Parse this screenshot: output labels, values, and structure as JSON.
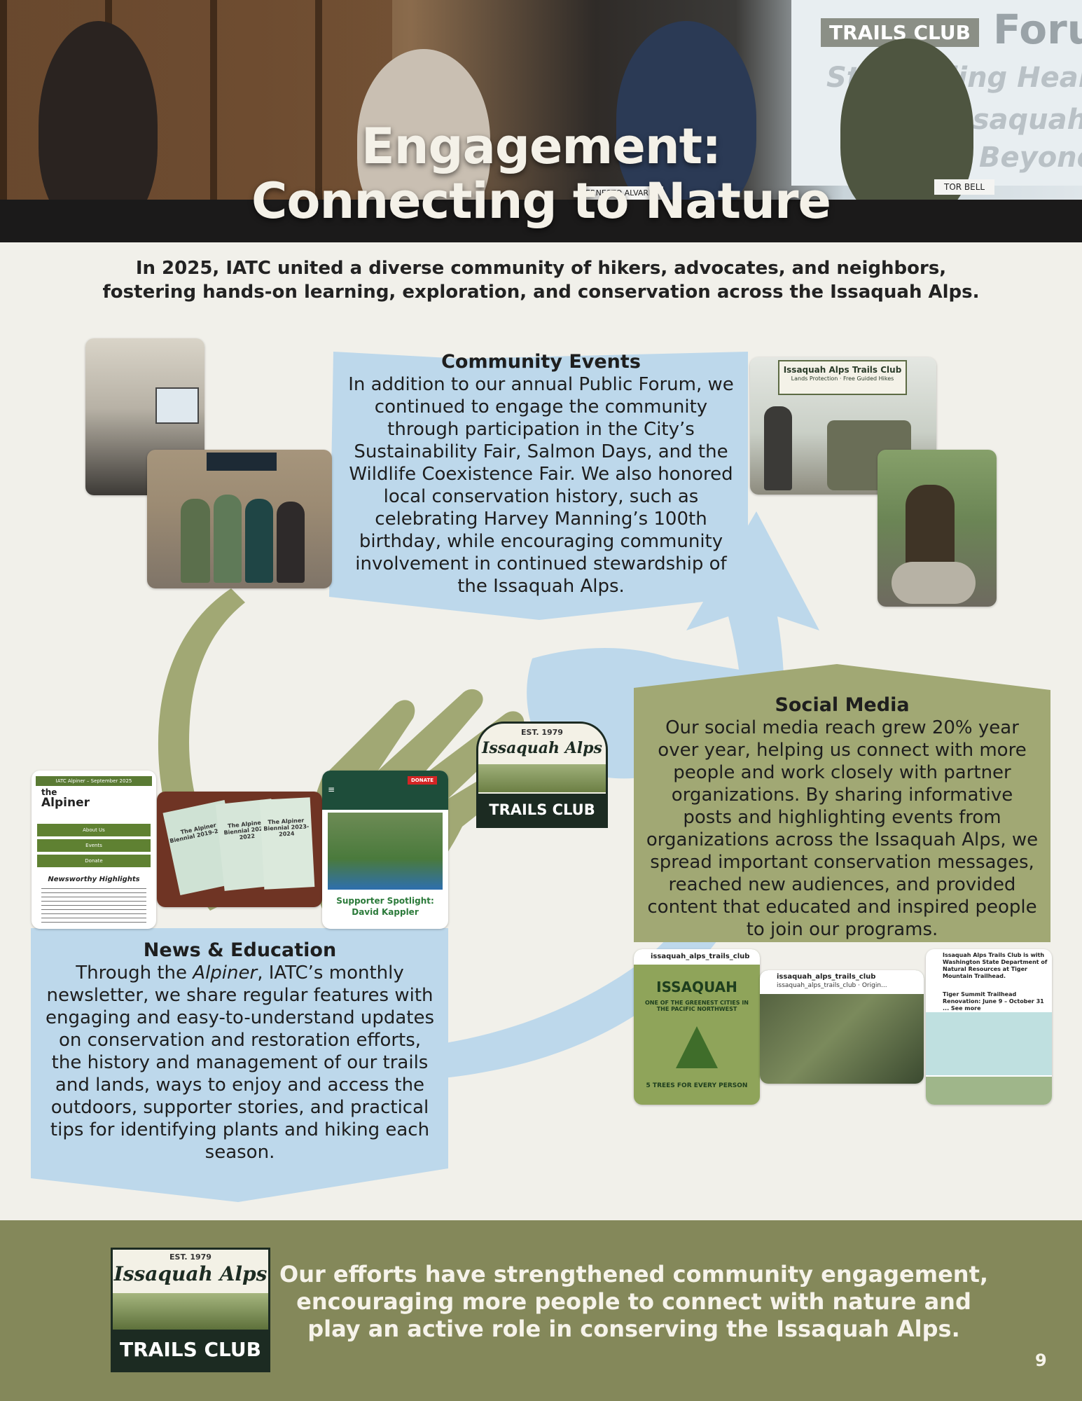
{
  "hero": {
    "title_line1": "Engagement:",
    "title_line2": "Connecting to Nature",
    "sign_text": "TRAILS CLUB",
    "screen_word": "Foru",
    "screen_line1": "Stewarding Healt",
    "screen_line2": "Issaquah",
    "screen_line3": "Beyond",
    "nameplate_1": "ERNESTO ALVAREZ",
    "nameplate_2": "TOR BELL"
  },
  "intro": {
    "line1": "In 2025, IATC united a diverse community of hikers, advocates, and neighbors,",
    "line2": "fostering hands-on learning, exploration, and conservation across the Issaquah Alps."
  },
  "community_events": {
    "heading": "Community Events",
    "body": "In addition to our annual Public Forum, we continued to engage the community through participation in the City’s Sustainability Fair, Salmon Days, and the Wildlife Coexistence Fair. We also honored local conservation history, such as celebrating Harvey Manning’s 100th birthday, while encouraging community involvement in continued stewardship of the Issaquah Alps.",
    "booth_banner": "Issaquah Alps Trails Club",
    "booth_sub": "Lands Protection · Free Guided Hikes"
  },
  "social_media": {
    "heading": "Social Media",
    "body": "Our social media reach grew 20% year over year, helping us connect with more people and work closely with partner organizations. By sharing informative posts and highlighting events from organizations across the Issaquah Alps, we spread important conservation messages, reached new audiences, and provided content that educated and inspired people to join our programs.",
    "post1_handle": "issaquah_alps_trails_club",
    "post1_title": "ISSAQUAH",
    "post1_sub": "ONE OF THE GREENEST CITIES IN THE PACIFIC NORTHWEST",
    "post1_foot": "5 TREES FOR EVERY PERSON",
    "post2_handle": "issaquah_alps_trails_club",
    "post2_sub": "issaquah_alps_trails_club · Origin...",
    "post3_handle": "Issaquah Alps Trails Club is with Washington State Department of Natural Resources at Tiger Mountain Trailhead.",
    "post3_body": "Tiger Summit Trailhead Renovation: June 9 – October 31 ... See more"
  },
  "news_education": {
    "heading": "News & Education",
    "body_pre": "Through the ",
    "body_italic": "Alpiner",
    "body_post": ", IATC’s monthly newsletter, we share regular features with engaging and easy-to-understand updates on conservation and restoration efforts, the history and management of our trails and lands, ways to enjoy and access the outdoors, supporter stories, and practical tips for identifying plants and hiking each season.",
    "alpiner_top": "IATC Alpiner – September 2025",
    "alpiner_the": "the",
    "alpiner_name": "Alpiner",
    "alpiner_btn1": "About Us",
    "alpiner_btn2": "Events",
    "alpiner_btn3": "Donate",
    "alpiner_section": "Newsworthy Highlights",
    "biennial_1": "The Alpiner Biennial 2019-2020",
    "biennial_2": "The Alpiner Biennial 2021-2022",
    "biennial_3": "The Alpiner Biennial 2023-2024",
    "donate_label": "DONATE",
    "spotlight": "Supporter Spotlight: David Kappler"
  },
  "logo": {
    "est": "EST. 1979",
    "script": "Issaquah Alps",
    "band": "TRAILS CLUB"
  },
  "footer": {
    "text": "Our efforts have strengthened community engagement, encouraging more people to connect with nature and play an active role in conserving the Issaquah Alps.",
    "page_number": "9"
  },
  "colors": {
    "blue_panel": "#bdd8eb",
    "green_panel": "#a1a874",
    "footer_green": "#84885a",
    "background": "#f1f0ea"
  }
}
